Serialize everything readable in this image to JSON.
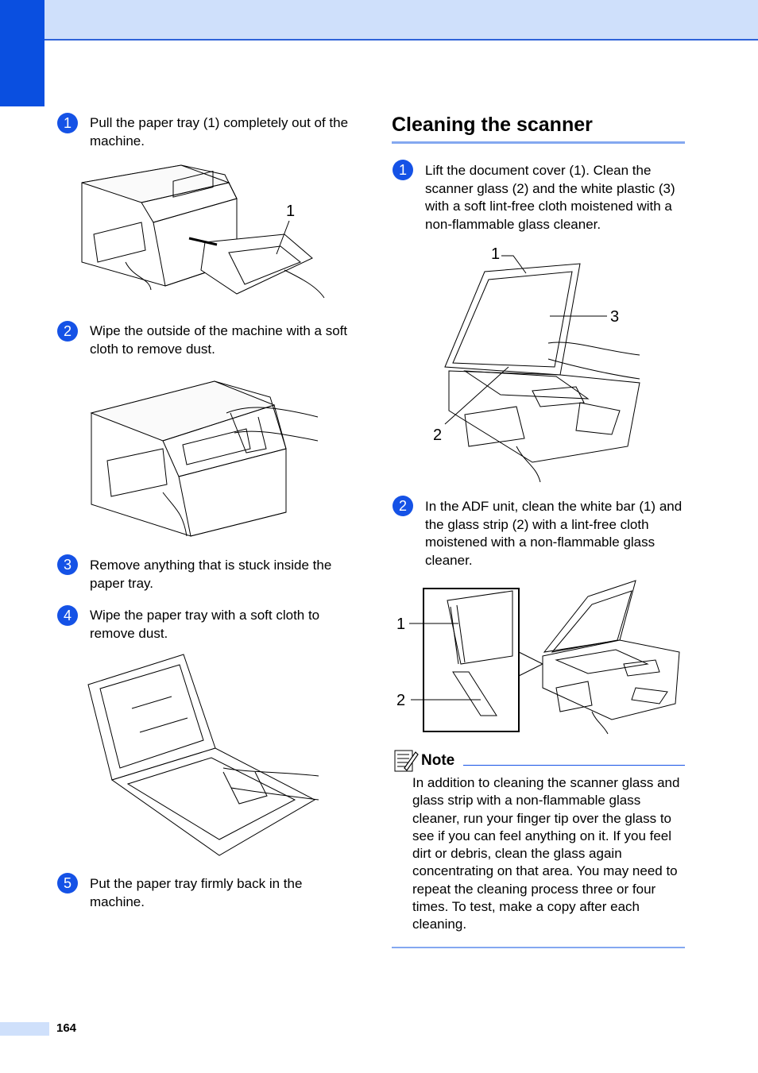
{
  "left_steps": [
    {
      "num": "1",
      "text": "Pull the paper tray (1) completely out of the machine."
    },
    {
      "num": "2",
      "text": "Wipe the outside of the machine with a soft cloth to remove dust."
    },
    {
      "num": "3",
      "text": "Remove anything that is stuck inside the paper tray."
    },
    {
      "num": "4",
      "text": "Wipe the paper tray with a soft cloth to remove dust."
    },
    {
      "num": "5",
      "text": "Put the paper tray firmly back in the machine."
    }
  ],
  "section": {
    "title": "Cleaning the scanner",
    "steps": [
      {
        "num": "1",
        "text": "Lift the document cover (1). Clean the scanner glass (2) and the white plastic (3) with a soft lint-free cloth moistened with a non-flammable glass cleaner."
      },
      {
        "num": "2",
        "text": "In the ADF unit, clean the white bar (1) and the glass strip (2) with a lint-free cloth moistened with a non-flammable glass cleaner."
      }
    ]
  },
  "callouts": {
    "tray": "1",
    "scanner": [
      "1",
      "3",
      "2"
    ],
    "adf": [
      "1",
      "2"
    ]
  },
  "note": {
    "title": "Note",
    "text": "In addition to cleaning the scanner glass and glass strip with a non-flammable glass cleaner, run your finger tip over the glass to see if you can feel anything on it. If you feel dirt or debris, clean the glass again concentrating on that area. You may need to repeat the cleaning process three or four times. To test, make a copy after each cleaning."
  },
  "page_number": "164"
}
